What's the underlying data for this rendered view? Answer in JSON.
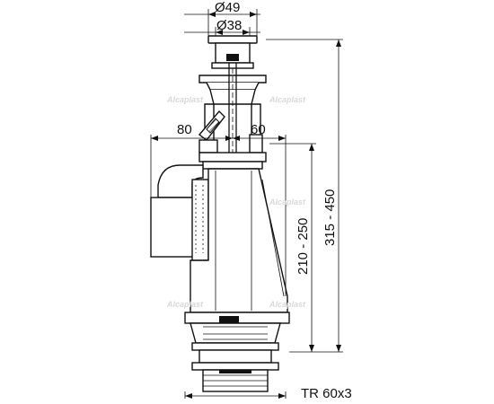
{
  "dimensions": {
    "diameter_outer": "Ø49",
    "diameter_inner": "Ø38",
    "left_offset": "80",
    "right_offset": "60",
    "body_height_range": "210 - 250",
    "total_height_range": "315 - 450",
    "thread": "TR 60x3"
  },
  "watermark": "Alcaplast"
}
